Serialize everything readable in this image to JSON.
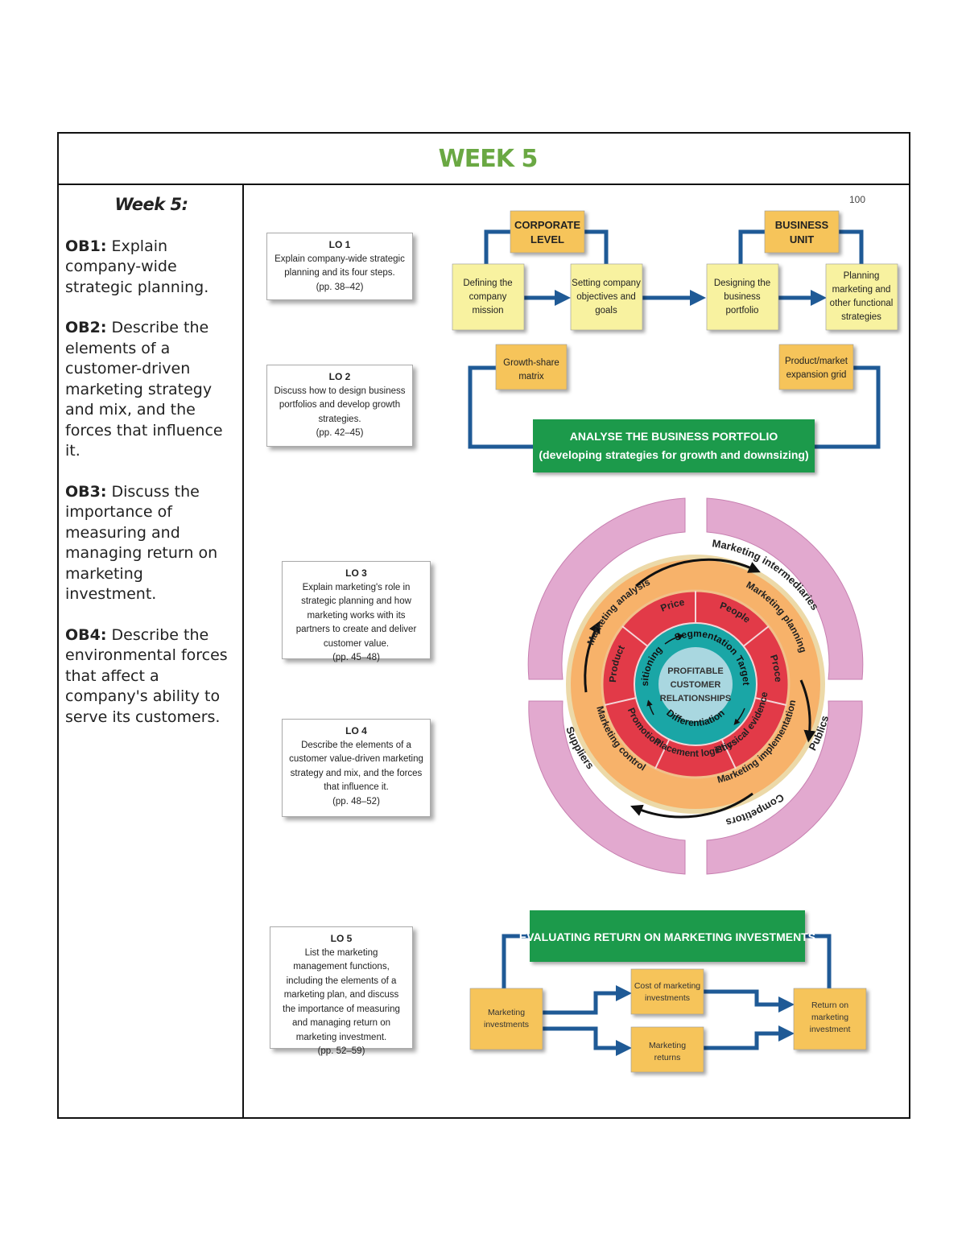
{
  "header": {
    "title": "WEEK 5",
    "title_color": "#6aa843"
  },
  "left": {
    "week_label": "Week 5:",
    "objectives": [
      {
        "code": "OB1:",
        "text": " Explain company-wide strategic planning."
      },
      {
        "code": "OB2:",
        "text": " Describe the elements of a customer-driven marketing strategy and mix, and the forces that influence it."
      },
      {
        "code": "OB3:",
        "text": " Discuss the importance of measuring and managing return on marketing investment."
      },
      {
        "code": "OB4:",
        "text": " Describe the environmental forces that affect a company's ability to serve its customers."
      }
    ]
  },
  "page_number": "100",
  "learning_objectives": [
    {
      "title": "LO 1",
      "text": "Explain company-wide strategic planning and its four steps.",
      "pages": "(pp. 38–42)"
    },
    {
      "title": "LO 2",
      "text": "Discuss how to design business portfolios and develop growth strategies.",
      "pages": "(pp. 42–45)"
    },
    {
      "title": "LO 3",
      "text": "Explain marketing's role in strategic planning and how marketing works with its partners to create and deliver customer value.",
      "pages": "(pp. 45–48)"
    },
    {
      "title": "LO 4",
      "text": "Describe the elements of a customer value-driven marketing strategy and mix, and the forces that influence it.",
      "pages": "(pp. 48–52)"
    },
    {
      "title": "LO 5",
      "text": "List the marketing management functions, including the elements of a marketing plan, and discuss the importance of measuring and managing return on marketing investment.",
      "pages": "(pp. 52–59)"
    }
  ],
  "planning_diagram": {
    "corporate_level": [
      "CORPORATE",
      "LEVEL"
    ],
    "business_unit": [
      "BUSINESS",
      "UNIT"
    ],
    "steps": [
      [
        "Defining the",
        "company",
        "mission"
      ],
      [
        "Setting company",
        "objectives and",
        "goals"
      ],
      [
        "Designing the",
        "business",
        "portfolio"
      ],
      [
        "Planning",
        "marketing and",
        "other functional",
        "strategies"
      ]
    ],
    "growth_share": [
      "Growth-share",
      "matrix"
    ],
    "product_market": [
      "Product/market",
      "expansion grid"
    ],
    "analyse_banner": [
      "ANALYSE THE BUSINESS PORTFOLIO",
      "(developing strategies for growth and downsizing)"
    ]
  },
  "wheel": {
    "outer": [
      "Marketing intermediaries",
      "Competitors",
      "Publics",
      "Suppliers"
    ],
    "process": [
      "Marketing analysis",
      "Marketing planning",
      "Marketing implementation",
      "Marketing control"
    ],
    "mix": [
      "Price",
      "People",
      "Process",
      "Physical evidence",
      "Placement logistics",
      "Promotion",
      "Product"
    ],
    "strategy": [
      "Segmentation",
      "Targeting",
      "Differentiation",
      "Positioning"
    ],
    "center": [
      "PROFITABLE",
      "CUSTOMER",
      "RELATIONSHIPS"
    ]
  },
  "roi_diagram": {
    "banner": "EVALUATING RETURN ON MARKETING INVESTMENTS",
    "marketing_investments": [
      "Marketing",
      "investments"
    ],
    "cost": [
      "Cost of marketing",
      "investments"
    ],
    "returns": [
      "Marketing",
      "returns"
    ],
    "roi": [
      "Return on",
      "marketing",
      "investment"
    ]
  },
  "colors": {
    "yellow_box": "#f8f2a0",
    "orange_box": "#f6c45a",
    "arrow_blue": "#1f5a96",
    "banner_green": "#1f9a4b",
    "ring_pink": "#e2a9cf",
    "ring_orange": "#f7b26a",
    "ring_red": "#e23a48",
    "ring_teal": "#1aa6a6",
    "ring_teal_inner": "#a9d7e0"
  }
}
